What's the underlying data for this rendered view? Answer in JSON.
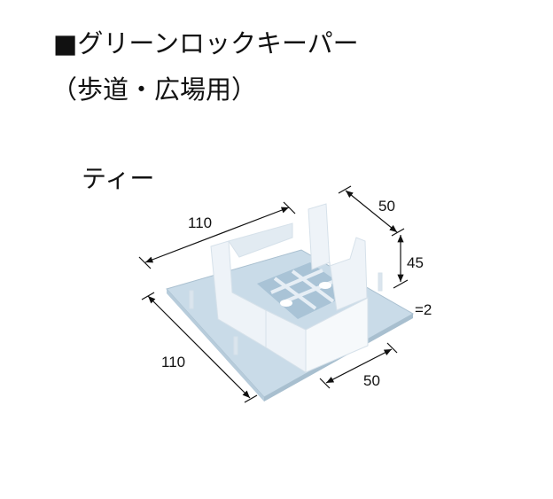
{
  "product": {
    "title": "■グリーンロックキーパー",
    "subtitle": "（歩道・広場用）",
    "variant": "ティー"
  },
  "dimensions": {
    "top_length": "110",
    "top_depth": "50",
    "height": "45",
    "thickness": "=2",
    "left_length": "110",
    "bottom_width": "50"
  },
  "colors": {
    "plate": "#c9dbe8",
    "body": "#eef3f8",
    "grid": "#a9c3d6"
  }
}
